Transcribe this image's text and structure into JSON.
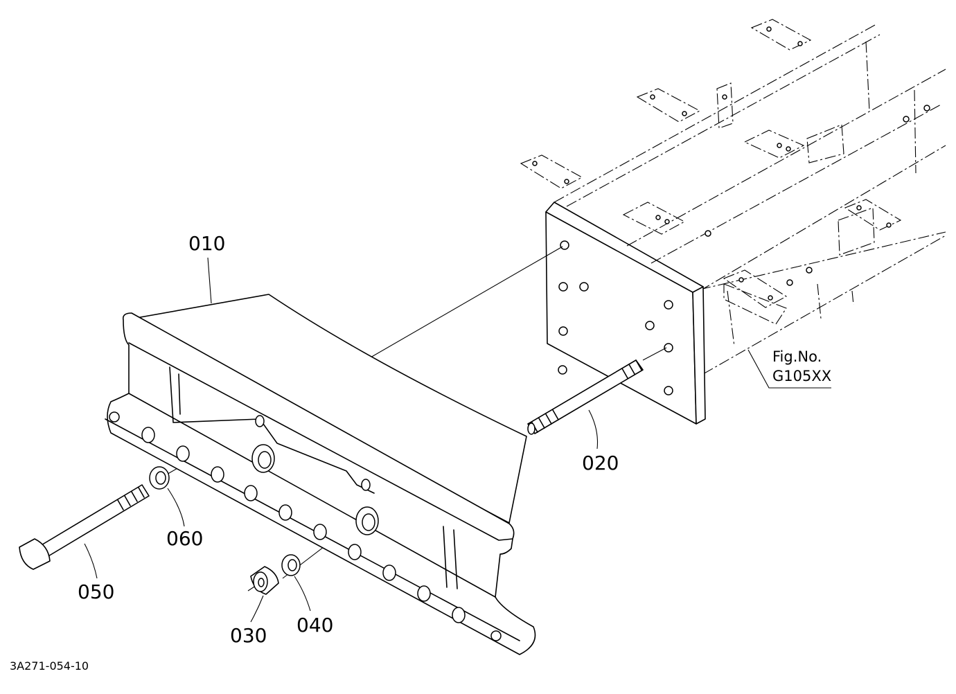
{
  "parts": {
    "p010": "010",
    "p020": "020",
    "p030": "030",
    "p040": "040",
    "p050": "050",
    "p060": "060"
  },
  "reference": {
    "line1": "Fig.No.",
    "line2": "G105XX"
  },
  "drawing_code": "3A271-054-10"
}
